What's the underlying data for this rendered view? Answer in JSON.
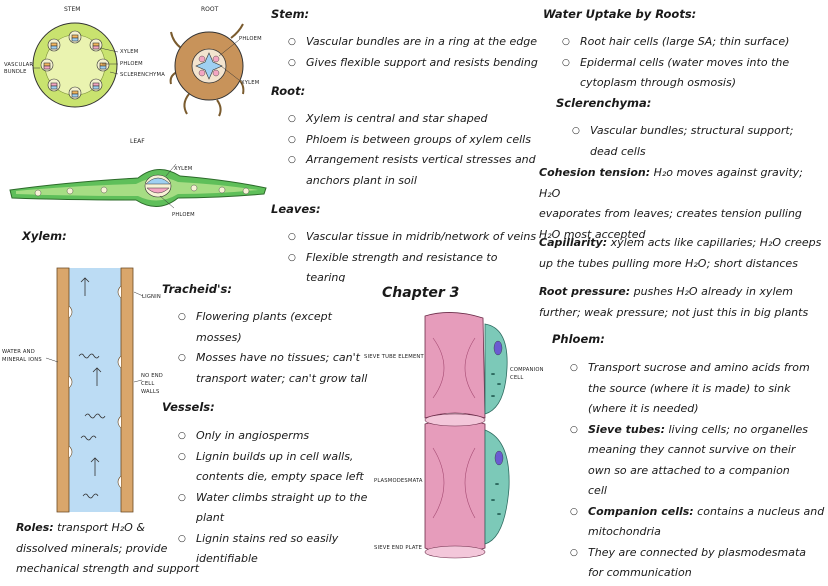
{
  "diagrams": {
    "stem": {
      "title": "STEM",
      "labels": [
        "VASCULAR BUNDLE",
        "XYLEM",
        "PHLOEM",
        "SCLERENCHYMA"
      ]
    },
    "root": {
      "title": "ROOT",
      "labels": [
        "PHLOEM",
        "XYLEM"
      ]
    },
    "leaf": {
      "title": "LEAF",
      "labels": [
        "XYLEM",
        "PHLOEM"
      ]
    },
    "xylem_vessel": {
      "labels": [
        "LIGNIN",
        "WATER AND MINERAL IONS",
        "NO END CELL WALLS"
      ]
    },
    "phloem_tube": {
      "labels": [
        "SIEVE TUBE ELEMENT",
        "COMPANION CELL",
        "PLASMODESMATA",
        "SIEVE END PLATE"
      ]
    }
  },
  "stem": {
    "heading": "Stem:",
    "items": [
      "Vascular bundles are in a ring at the edge",
      "Gives flexible support and resists bending"
    ]
  },
  "root": {
    "heading": "Root:",
    "items": [
      "Xylem is central and star shaped",
      "Phloem is between groups of xylem cells",
      "Arrangement resists vertical stresses and",
      "anchors plant in soil"
    ]
  },
  "leaves": {
    "heading": "Leaves:",
    "items": [
      "Vascular tissue in midrib/network of veins",
      "Flexible strength and resistance to",
      "tearing"
    ]
  },
  "xylem": {
    "heading": "Xylem:"
  },
  "tracheids": {
    "heading": "Tracheid's:",
    "items": [
      "Flowering plants (except",
      "mosses)",
      "Mosses have no tissues; can't",
      "transport water; can't grow tall"
    ]
  },
  "vessels": {
    "heading": "Vessels:",
    "items": [
      "Only in angiosperms",
      "Lignin builds up in cell walls,",
      "contents die, empty space left",
      "Water climbs straight up to the",
      "plant",
      "Lignin stains red so easily",
      "identifiable"
    ]
  },
  "roles": {
    "label": "Roles:",
    "lines": [
      " transport H₂O &",
      "dissolved minerals; provide",
      "mechanical strength and support"
    ]
  },
  "chapter": "Chapter 3",
  "water_uptake": {
    "heading": "Water Uptake by Roots:",
    "items": [
      "Root hair cells (large SA; thin surface)",
      "Epidermal cells (water moves into the",
      "cytoplasm through osmosis)"
    ]
  },
  "sclerenchyma": {
    "heading": "Sclerenchyma:",
    "items": [
      "Vascular bundles; structural support;",
      "dead cells"
    ]
  },
  "cohesion": {
    "label": "Cohesion tension:",
    "lines": [
      " H₂o moves against gravity; H₂O",
      "evaporates from leaves; creates tension pulling",
      "H₂O most accepted"
    ]
  },
  "capillarity": {
    "label": "Capillarity:",
    "lines": [
      " xylem acts like capillaries; H₂O creeps",
      "up the tubes pulling more H₂O; short distances"
    ]
  },
  "root_pressure": {
    "label": "Root pressure:",
    "lines": [
      " pushes H₂O already in xylem",
      "further; weak pressure; not just this in big plants"
    ]
  },
  "phloem": {
    "heading": "Phloem:",
    "item1": [
      "Transport sucrose and amino acids from",
      "the source (where it is made) to sink",
      "(where it is needed)"
    ],
    "sieve_label": "Sieve tubes:",
    "sieve_lines": [
      " living cells; no organelles",
      "meaning they cannot survive on their",
      "own so are attached to a companion",
      "cell"
    ],
    "companion_label": "Companion cells:",
    "companion_lines": [
      " contains a nucleus and",
      "mitochondria"
    ],
    "item4": [
      "They are connected by plasmodesmata",
      "for communication"
    ]
  }
}
